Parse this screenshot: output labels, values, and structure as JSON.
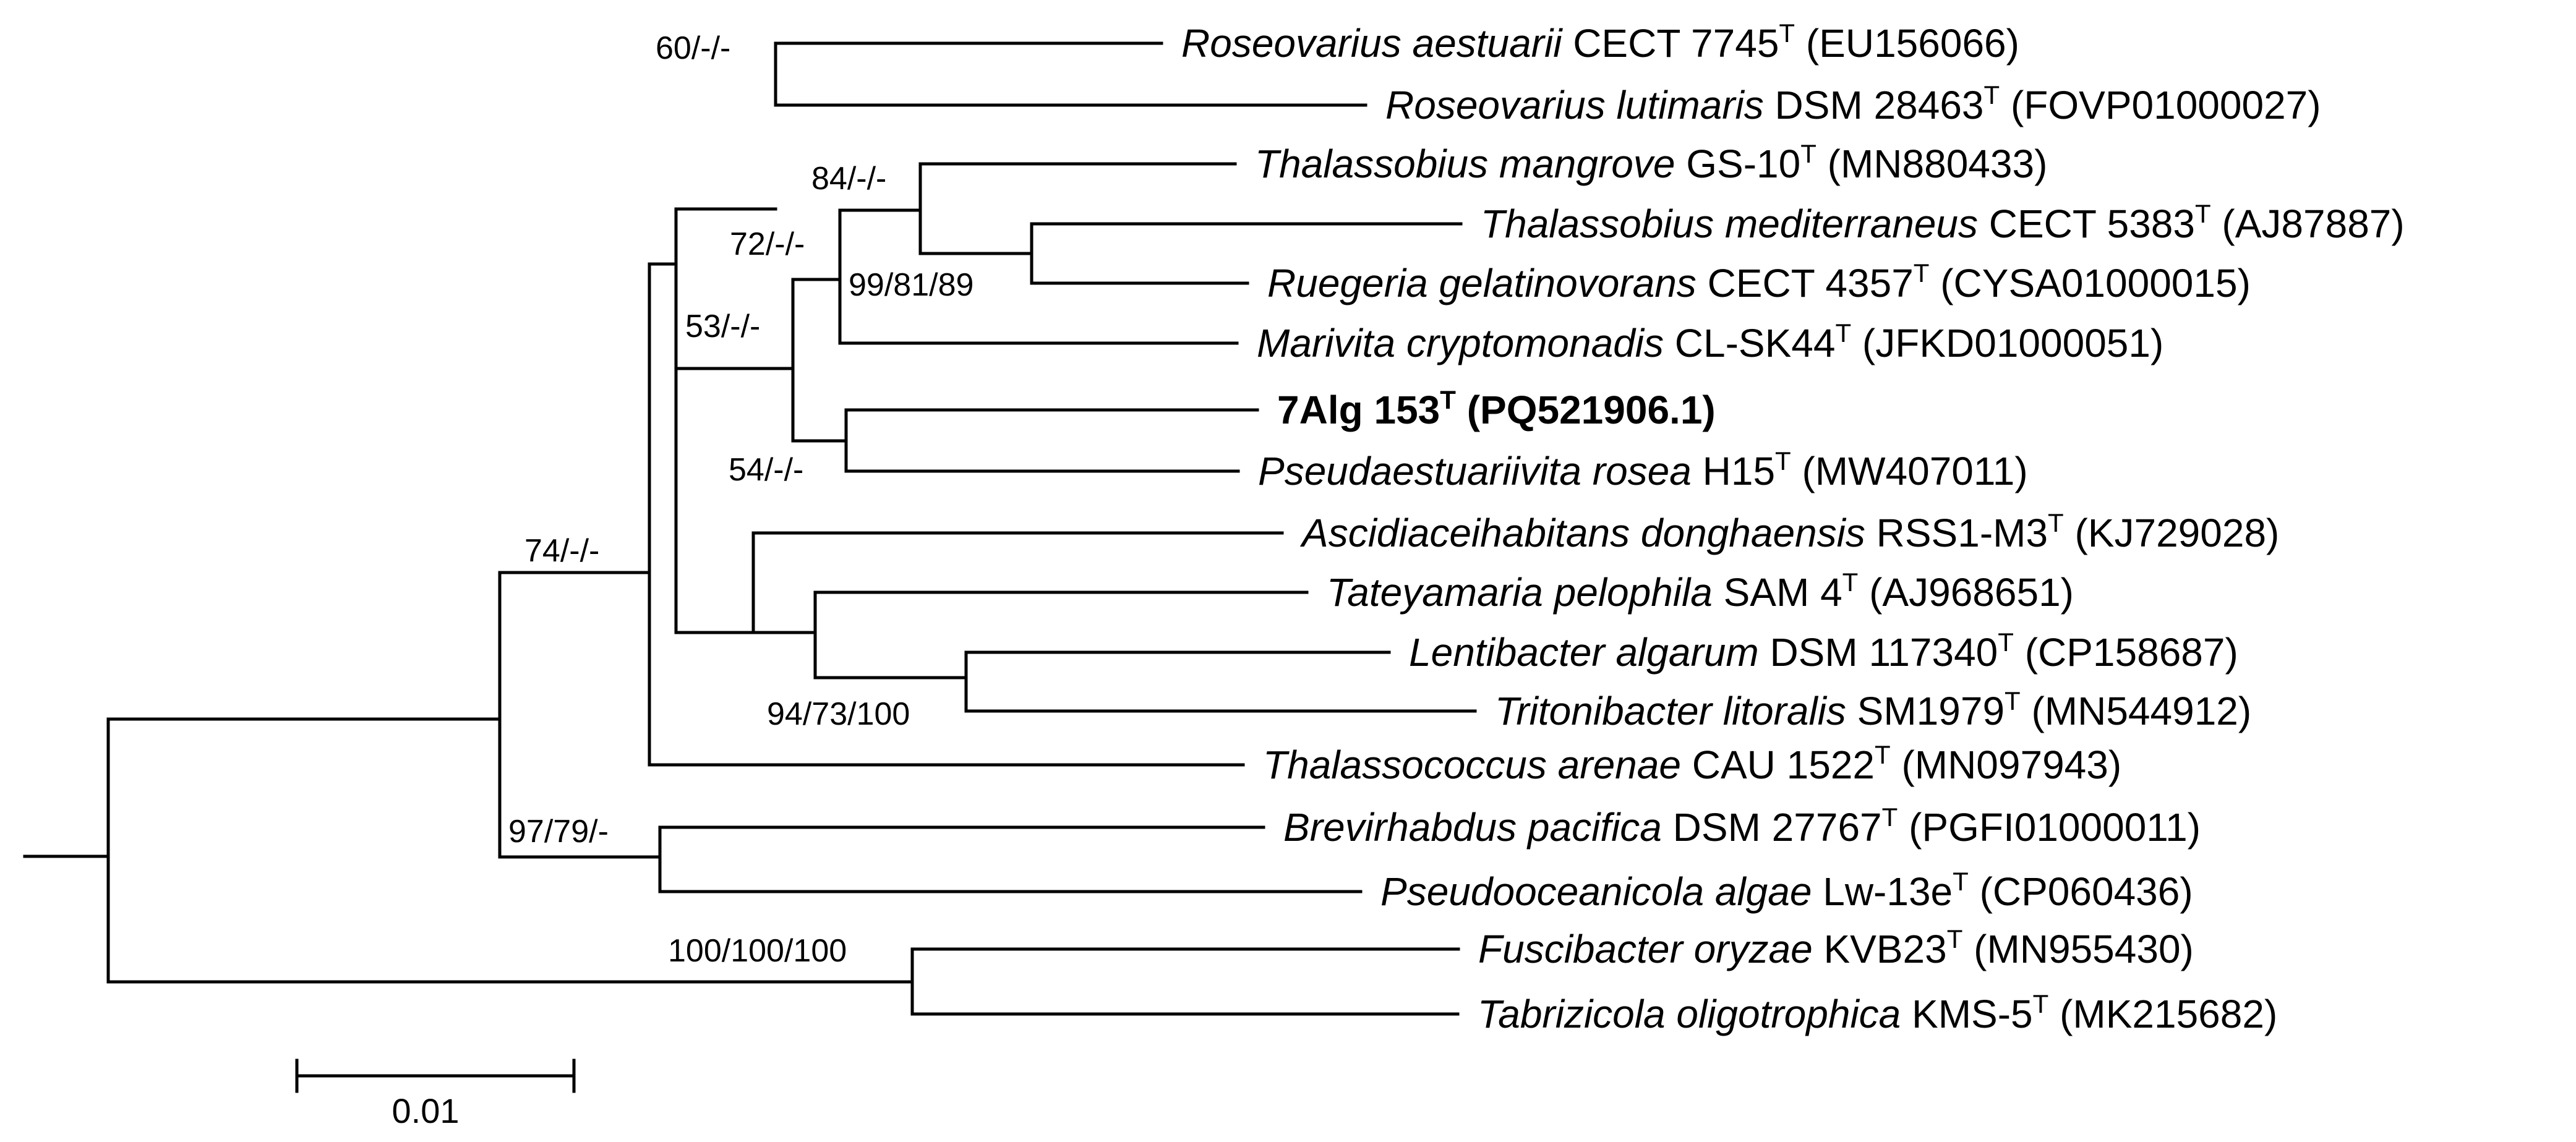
{
  "taxa": [
    {
      "species": "Roseovarius aestuarii",
      "strain": "CECT 7745",
      "superscript": "T",
      "accession": "(EU156066)"
    },
    {
      "species": "Roseovarius lutimaris",
      "strain": "DSM 28463",
      "superscript": "T",
      "accession": "(FOVP01000027)"
    },
    {
      "species": "Thalassobius mangrove",
      "strain": "GS-10",
      "superscript": "T",
      "accession": "(MN880433)"
    },
    {
      "species": "Thalassobius mediterraneus",
      "strain": "CECT 5383",
      "superscript": "T",
      "accession": "(AJ87887)"
    },
    {
      "species": "Ruegeria gelatinovorans",
      "strain": "CECT 4357",
      "superscript": "T",
      "accession": "(CYSA01000015)"
    },
    {
      "species": "Marivita cryptomonadis",
      "strain": "CL-SK44",
      "superscript": "T",
      "accession": "(JFKD01000051)"
    },
    {
      "species": "",
      "strain": "7Alg 153",
      "superscript": "T",
      "accession": "(PQ521906.1)",
      "bold": true
    },
    {
      "species": "Pseudaestuariivita rosea",
      "strain": "H15",
      "superscript": "T",
      "accession": "(MW407011)"
    },
    {
      "species": "Ascidiaceihabitans donghaensis",
      "strain": "RSS1-M3",
      "superscript": "T",
      "accession": "(KJ729028)"
    },
    {
      "species": "Tateyamaria pelophila",
      "strain": "SAM 4",
      "superscript": "T",
      "accession": "(AJ968651)"
    },
    {
      "species": "Lentibacter algarum",
      "strain": "DSM 117340",
      "superscript": "T",
      "accession": "(CP158687)"
    },
    {
      "species": "Tritonibacter litoralis",
      "strain": "SM1979",
      "superscript": "T",
      "accession": "(MN544912)"
    },
    {
      "species": "Thalassococcus arenae",
      "strain": "CAU 1522",
      "superscript": "T",
      "accession": "(MN097943)"
    },
    {
      "species": "Brevirhabdus pacifica",
      "strain": "DSM 27767",
      "superscript": "T",
      "accession": "(PGFI01000011)"
    },
    {
      "species": "Pseudooceanicola algae",
      "strain": "Lw-13e",
      "superscript": "T",
      "accession": "(CP060436)"
    },
    {
      "species": "Fuscibacter oryzae",
      "strain": "KVB23",
      "superscript": "T",
      "accession": "(MN955430)"
    },
    {
      "species": "Tabrizicola oligotrophica",
      "strain": "KMS-5",
      "superscript": "T",
      "accession": "(MK215682)"
    }
  ],
  "support_values": [
    "60/-/-",
    "84/-/-",
    "72/-/-",
    "99/81/89",
    "53/-/-",
    "54/-/-",
    "74/-/-",
    "94/73/100",
    "97/79/-",
    "100/100/100"
  ],
  "scale_bar": {
    "label": "0.01",
    "value": 0.01
  }
}
